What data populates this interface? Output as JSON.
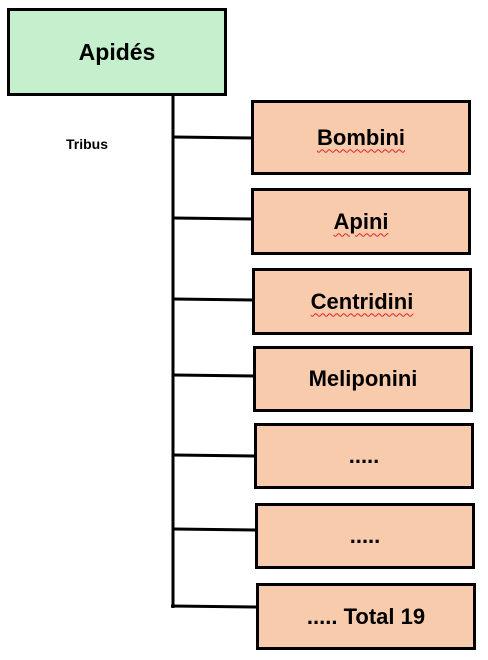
{
  "root": {
    "label": "Apidés",
    "color": "#c6efce"
  },
  "branch_label": "Tribus",
  "tribes": [
    {
      "label": "Bombini",
      "spellcheck_underline": true
    },
    {
      "label": "Apini",
      "spellcheck_underline": true
    },
    {
      "label": "Centridini",
      "spellcheck_underline": true
    },
    {
      "label": "Meliponini",
      "spellcheck_underline": false
    },
    {
      "label": ".....",
      "spellcheck_underline": false
    },
    {
      "label": ".....",
      "spellcheck_underline": false
    },
    {
      "label": "..... Total 19",
      "spellcheck_underline": false
    }
  ],
  "tribe_color": "#f8cbad",
  "line_color": "#000000"
}
